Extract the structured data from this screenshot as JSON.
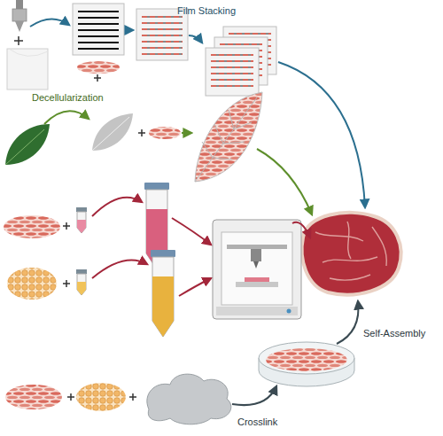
{
  "diagram": {
    "labels": [
      "Film Stacking",
      "Decellularization",
      "Crosslink",
      "Self-Assembly"
    ]
  }
}
